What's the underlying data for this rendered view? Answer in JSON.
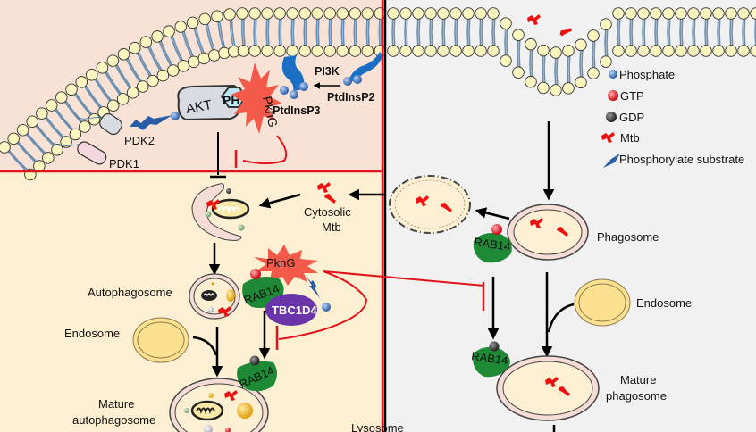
{
  "colors": {
    "host_upper_bg": "#f8e2d6",
    "host_lower_bg": "#fdf0d2",
    "right_bg": "#f1f1f1",
    "divider_red": "#e0141b",
    "inhibit_red": "#e0141b",
    "lipid_head": "#fbf6c0",
    "lipid_tail": "#6a8fb0",
    "rab14_green": "#1f8a35",
    "tbc1d4_purple": "#6a35a8",
    "pkng_orange": "#f35a4a",
    "akt_grey": "#d9dbe3",
    "ph_cyan": "#bde6f3",
    "pi3k_blue": "#1a6fc4",
    "phosphate_blue": "#3a6fb5",
    "gtp_red": "#e0141b",
    "gdp_dark": "#333333",
    "mtb_red": "#ee1111",
    "endosome_yellow": "#fbe08f"
  },
  "left_panel": {
    "membrane_proteins": {
      "akt": "AKT",
      "ph": "PH",
      "pkng": "PknG",
      "pdk1": "PDK1",
      "pdk2": "PDK2",
      "pi3k": "PI3K",
      "ptdinsp2": "PtdInsP2",
      "ptdinsp3": "PtdInsP3"
    },
    "labels": {
      "cytosolic_mtb_line1": "Cytosolic",
      "cytosolic_mtb_line2": "Mtb",
      "autophagosome": "Autophagosome",
      "endosome": "Endosome",
      "mature_autophagosome_line1": "Mature",
      "mature_autophagosome_line2": "autophagosome",
      "lysosome": "Lysosome",
      "pkng": "PknG",
      "rab14_gtp": "RAB14",
      "rab14_gdp": "RAB14",
      "tbc1d4": "TBC1D4"
    }
  },
  "right_panel": {
    "labels": {
      "phagosome": "Phagosome",
      "endosome": "Endosome",
      "mature_phagosome_line1": "Mature",
      "mature_phagosome_line2": "phagosome",
      "rab14_gtp": "RAB14",
      "rab14_gdp": "RAB14"
    }
  },
  "legend": [
    {
      "icon": "phosphate-icon",
      "label": "Phosphate"
    },
    {
      "icon": "gtp-icon",
      "label": "GTP"
    },
    {
      "icon": "gdp-icon",
      "label": "GDP"
    },
    {
      "icon": "mtb-icon",
      "label": "Mtb"
    },
    {
      "icon": "phosphorylate-substrate-icon",
      "label": "Phosphorylate substrate"
    }
  ]
}
